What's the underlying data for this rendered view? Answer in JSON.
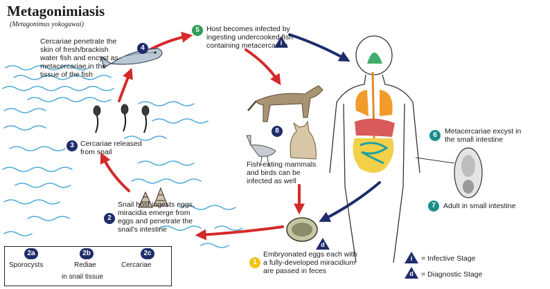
{
  "title": "Metagonimiasis",
  "subtitle": "(Metagonimus yokogawai)",
  "colors": {
    "navy": "#1e2c6b",
    "red_arrow": "#d42a2a",
    "water": "#4aa8d8",
    "yellow_badge": "#f2c314"
  },
  "steps": [
    {
      "id": "1",
      "text_lines": [
        "Embryonated eggs each with",
        "a fully-developed miracidium",
        "are passed in feces"
      ]
    },
    {
      "id": "2",
      "text_lines": [
        "Snail host ingests eggs,",
        "miracidia emerge from",
        "eggs and penetrate the",
        "snail's intestine"
      ]
    },
    {
      "id": "3",
      "text_lines": [
        "Cercariae released",
        "from snail"
      ]
    },
    {
      "id": "4",
      "text_lines": [
        "Cercariae penetrate the",
        "skin of fresh/brackish",
        "water fish and encyst as",
        "metacercariae in the",
        "tissue of the fish"
      ]
    },
    {
      "id": "5",
      "text_lines": [
        "Host becomes infected by",
        "ingesting undercooked fish",
        "containing metacercariae"
      ]
    },
    {
      "id": "6",
      "text_lines": [
        "Metacercariae excyst in",
        "the small intestine"
      ]
    },
    {
      "id": "7",
      "text_lines": [
        "Adult in small intestine"
      ]
    },
    {
      "id": "8",
      "text_lines": [
        "Fish-eating mammals",
        "and birds can be",
        "infected as well"
      ]
    }
  ],
  "snail_stages": {
    "badges": [
      "2a",
      "2b",
      "2c"
    ],
    "items": [
      "Sporocysts",
      "Rediae",
      "Cercariae"
    ],
    "caption": "in snail tissue"
  },
  "stage_markers": {
    "infective": "i",
    "diagnostic": "d"
  },
  "legend": [
    {
      "marker": "i",
      "label": "= Infective Stage"
    },
    {
      "marker": "d",
      "label": "= Diagnostic Stage"
    }
  ],
  "icons": [
    "fish-icon",
    "dog-icon",
    "cat-icon",
    "bird-icon",
    "snail-icon",
    "cercaria-icon",
    "egg-icon",
    "adult-worm-icon",
    "human-body-icon"
  ]
}
